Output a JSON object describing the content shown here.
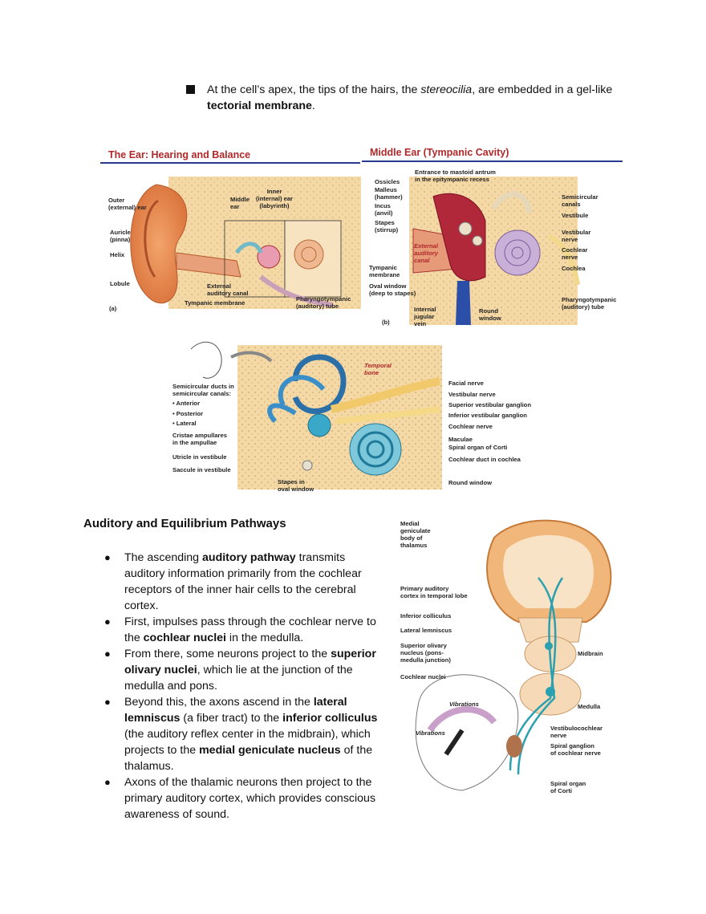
{
  "top_bullet": {
    "line1_pre": "At the cell’s apex, the tips of the hairs, the ",
    "line1_italic": "stereocilia",
    "line1_post": ", are embedded in a gel-like",
    "line2_bold": "tectorial membrane",
    "line2_post": "."
  },
  "figure_a": {
    "title": "The Ear: Hearing and Balance",
    "panel": "(a)",
    "labels": {
      "outer": "Outer\n(external) ear",
      "middle": "Middle\near",
      "inner": "Inner\n(internal) ear\n(labyrinth)",
      "auricle": "Auricle\n(pinna)",
      "helix": "Helix",
      "lobule": "Lobule",
      "eac": "External\nauditory canal",
      "tympanic": "Tympanic membrane",
      "pharyngo": "Pharyngotympanic\n(auditory) tube"
    }
  },
  "figure_b": {
    "title": "Middle Ear (Tympanic Cavity)",
    "panel": "(b)",
    "labels": {
      "entrance": "Entrance to mastoid antrum\nin the epitympanic recess",
      "ossicles": "Ossicles",
      "malleus": "Malleus\n(hammer)",
      "incus": "Incus\n(anvil)",
      "stapes": "Stapes\n(stirrup)",
      "eac": "External\nauditory\ncanal",
      "tympanic": "Tympanic\nmembrane",
      "oval": "Oval window\n(deep to stapes)",
      "jugular": "Internal\njugular\nvein",
      "round": "Round\nwindow",
      "semicircular": "Semicircular\ncanals",
      "vestibule": "Vestibule",
      "vestibular_nerve": "Vestibular\nnerve",
      "cochlear_nerve": "Cochlear\nnerve",
      "cochlea": "Cochlea",
      "pharyngo": "Pharyngotympanic\n(auditory) tube"
    }
  },
  "figure_c": {
    "labels": {
      "temporal": "Temporal\nbone",
      "ducts": "Semicircular ducts in\nsemicircular canals:",
      "anterior": "• Anterior",
      "posterior": "• Posterior",
      "lateral": "• Lateral",
      "cristae": "Cristae ampullares\nin the ampullae",
      "utricle": "Utricle in vestibule",
      "saccule": "Saccule in vestibule",
      "stapes": "Stapes in\noval window",
      "facial": "Facial nerve",
      "vestibular": "Vestibular nerve",
      "sup_ganglion": "Superior vestibular ganglion",
      "inf_ganglion": "Inferior vestibular ganglion",
      "cochlear": "Cochlear nerve",
      "maculae": "Maculae",
      "corti": "Spiral organ of Corti",
      "duct": "Cochlear duct in cochlea",
      "round": "Round window"
    }
  },
  "section": {
    "title": "Auditory and Equilibrium Pathways",
    "bullet_glyph": "●",
    "items": [
      {
        "line1_pre": "The ascending ",
        "line1_bold": "auditory pathway",
        "line1_post": " transmits",
        "line2": "auditory information primarily from the cochlear",
        "line3": "receptors of the inner hair cells to the cerebral",
        "line4": "cortex."
      },
      {
        "line1": "First, impulses pass through the cochlear nerve to",
        "line2_pre": "the ",
        "line2_bold": "cochlear nuclei",
        "line2_post": " in the medulla."
      },
      {
        "line1_pre": "From there, some neurons project to the ",
        "line1_bold": "superior",
        "line2_bold": "olivary nuclei",
        "line2_post": ", which lie at the junction of the",
        "line3": "medulla and pons."
      },
      {
        "line1_pre": "Beyond this, the axons ascend in the ",
        "line1_bold": "lateral",
        "line2_bold": "lemniscus",
        "line2_mid": " (a fiber tract) to the ",
        "line2_bold2": "inferior colliculus",
        "line3": "(the auditory reflex center in the midbrain), which",
        "line4_pre": "projects to the ",
        "line4_bold": "medial geniculate nucleus",
        "line4_post": " of the",
        "line5": "thalamus."
      },
      {
        "line1": "Axons of the thalamic neurons then project to the",
        "line2": "primary auditory cortex, which provides conscious",
        "line3": "awareness of sound."
      }
    ]
  },
  "figure_d": {
    "labels": {
      "mgb": "Medial\ngeniculate\nbody of\nthalamus",
      "primary": "Primary auditory\ncortex in temporal lobe",
      "ic": "Inferior colliculus",
      "ll": "Lateral lemniscus",
      "son": "Superior olivary\nnucleus (pons-\nmedulla junction)",
      "cn": "Cochlear nuclei",
      "midbrain": "Midbrain",
      "medulla": "Medulla",
      "vib1": "Vibrations",
      "vib2": "Vibrations",
      "vcn": "Vestibulocochlear\nnerve",
      "spiral": "Spiral ganglion\nof cochlear nerve",
      "organ": "Spiral organ\nof Corti"
    }
  }
}
